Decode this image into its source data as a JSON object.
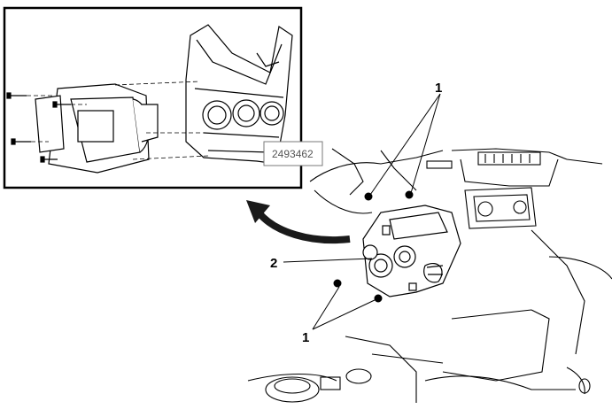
{
  "figure_id": "2493462",
  "callouts": {
    "screws_upper": "1",
    "control_panel": "2",
    "screws_lower": "1"
  },
  "colors": {
    "line": "#000000",
    "frame": "#000000",
    "id_box_border": "#7a7a7a",
    "id_text": "#555555",
    "arrow": "#1a1a1a"
  }
}
